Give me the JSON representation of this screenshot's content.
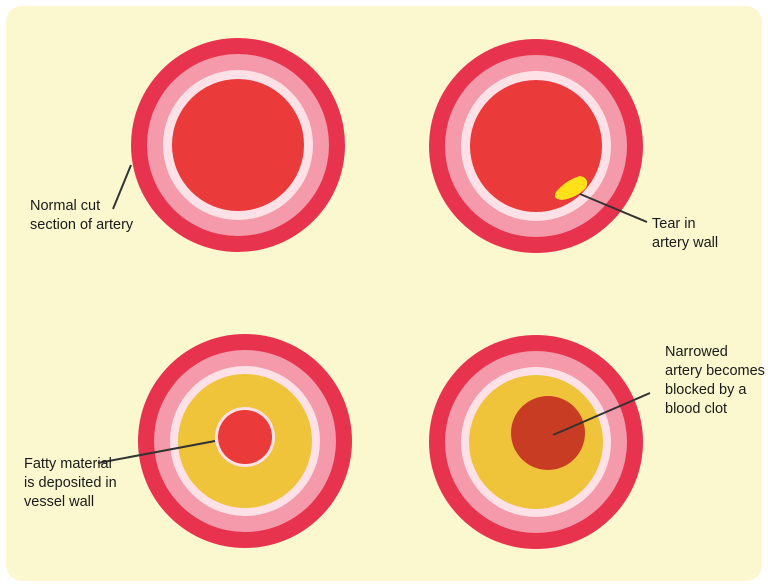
{
  "colors": {
    "background": "#fbf8cf",
    "outer_wall": "#e8334f",
    "middle_wall": "#f49aab",
    "inner_lining": "#fde1e6",
    "lumen": "#ea3a3a",
    "fatty_deposit": "#efc33a",
    "tear": "#ffe11a",
    "clot": "#c83c24",
    "leader_line": "#333333"
  },
  "labels": {
    "normal": "Normal cut\nsection of artery",
    "tear": "Tear in\nartery wall",
    "fatty": "Fatty material\nis deposited in\nvessel wall",
    "clot": "Narrowed\nartery becomes\nblocked by a\nblood clot"
  }
}
